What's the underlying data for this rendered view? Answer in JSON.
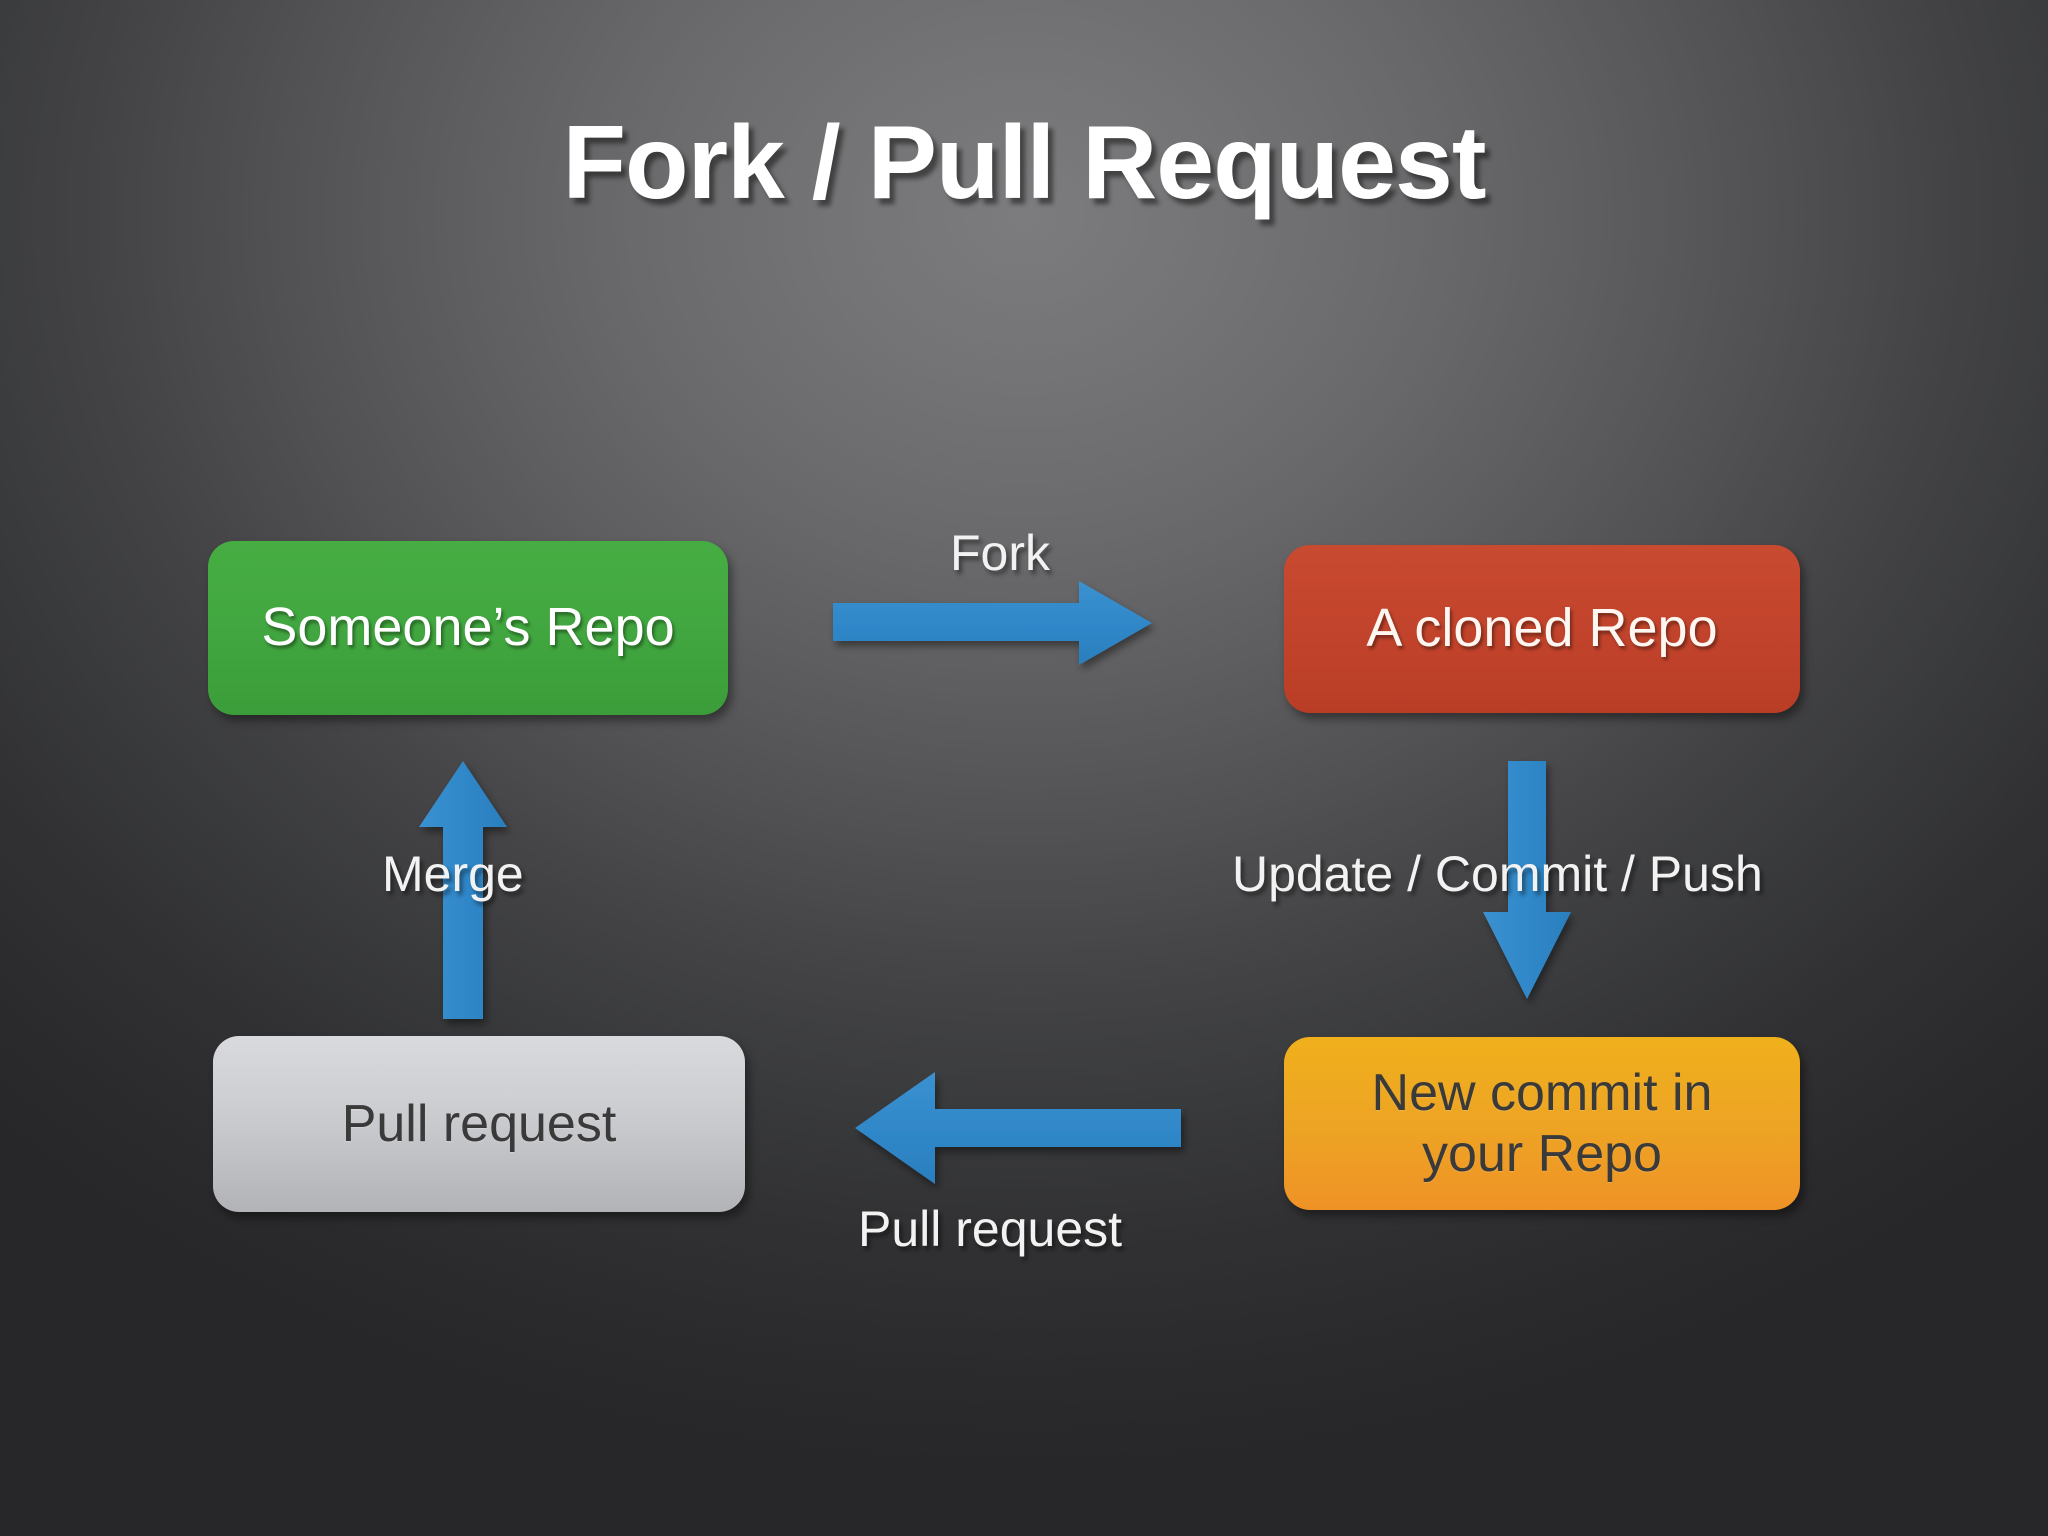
{
  "slide": {
    "title": "Fork / Pull Request",
    "background_top_color": "#7c7c7e",
    "background_bottom_color": "#272729"
  },
  "nodes": [
    {
      "id": "someones-repo",
      "label": "Someone’s Repo",
      "fill": "#41a63f",
      "text_color": "#ffffff"
    },
    {
      "id": "cloned-repo",
      "label": "A cloned Repo",
      "fill": "#c2432b",
      "text_color": "#fdf6f1"
    },
    {
      "id": "new-commit",
      "label_line1": "New commit in",
      "label_line2": "your Repo",
      "fill": "#eda41f",
      "text_color": "#3a3a3a"
    },
    {
      "id": "pull-request",
      "label": "Pull request",
      "fill": "#c6c7ca",
      "text_color": "#3a3a3a"
    }
  ],
  "edges": [
    {
      "id": "fork",
      "label": "Fork",
      "direction": "right",
      "from": "someones-repo",
      "to": "cloned-repo",
      "color": "#2f87c8"
    },
    {
      "id": "update-commit-push",
      "label": "Update / Commit / Push",
      "direction": "down",
      "from": "cloned-repo",
      "to": "new-commit",
      "color": "#2f87c8"
    },
    {
      "id": "pull-request-edge",
      "label": "Pull request",
      "direction": "left",
      "from": "new-commit",
      "to": "pull-request",
      "color": "#2f87c8"
    },
    {
      "id": "merge",
      "label": "Merge",
      "direction": "up",
      "from": "pull-request",
      "to": "someones-repo",
      "color": "#2f87c8"
    }
  ]
}
